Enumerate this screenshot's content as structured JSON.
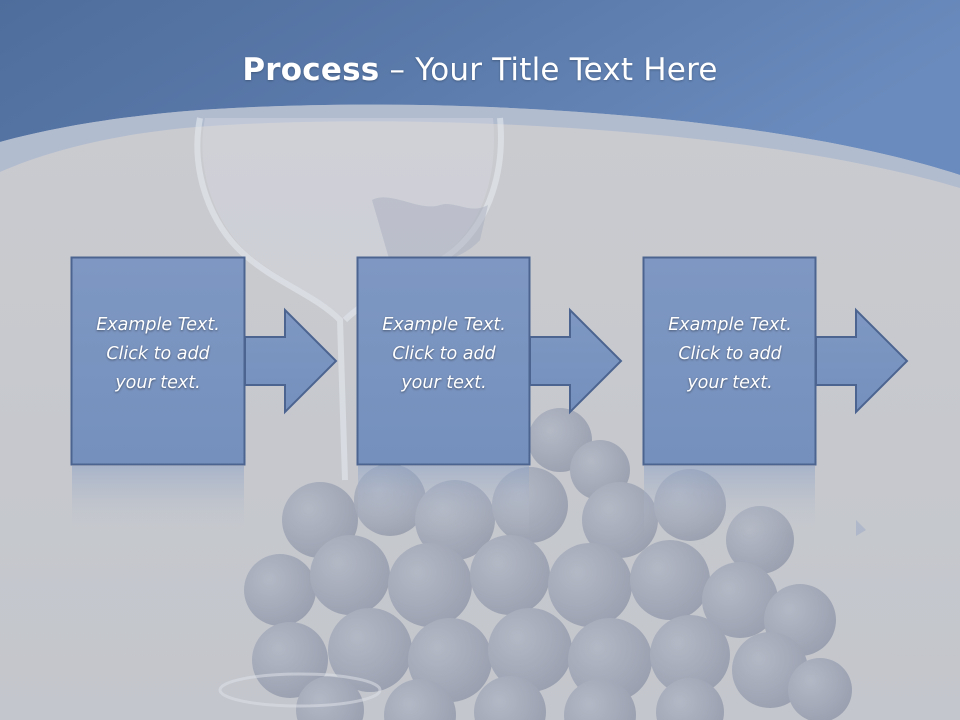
{
  "slide": {
    "title_bold": "Process",
    "title_rest": " – Your Title Text Here",
    "colors": {
      "header_blue": "#5d7eae",
      "box_fill": "#7a95c0",
      "box_border": "#4c6590",
      "background": "#c9cacd"
    }
  },
  "steps": [
    {
      "line1": "Example Text.",
      "line2": "Click  to add",
      "line3": "your text."
    },
    {
      "line1": "Example Text.",
      "line2": "Click  to add",
      "line3": "your text."
    },
    {
      "line1": "Example Text.",
      "line2": "Click  to add",
      "line3": "your text."
    }
  ],
  "icons": {
    "step_arrow": "right-arrow-icon",
    "background_image": "wine-glass-and-grapes"
  }
}
